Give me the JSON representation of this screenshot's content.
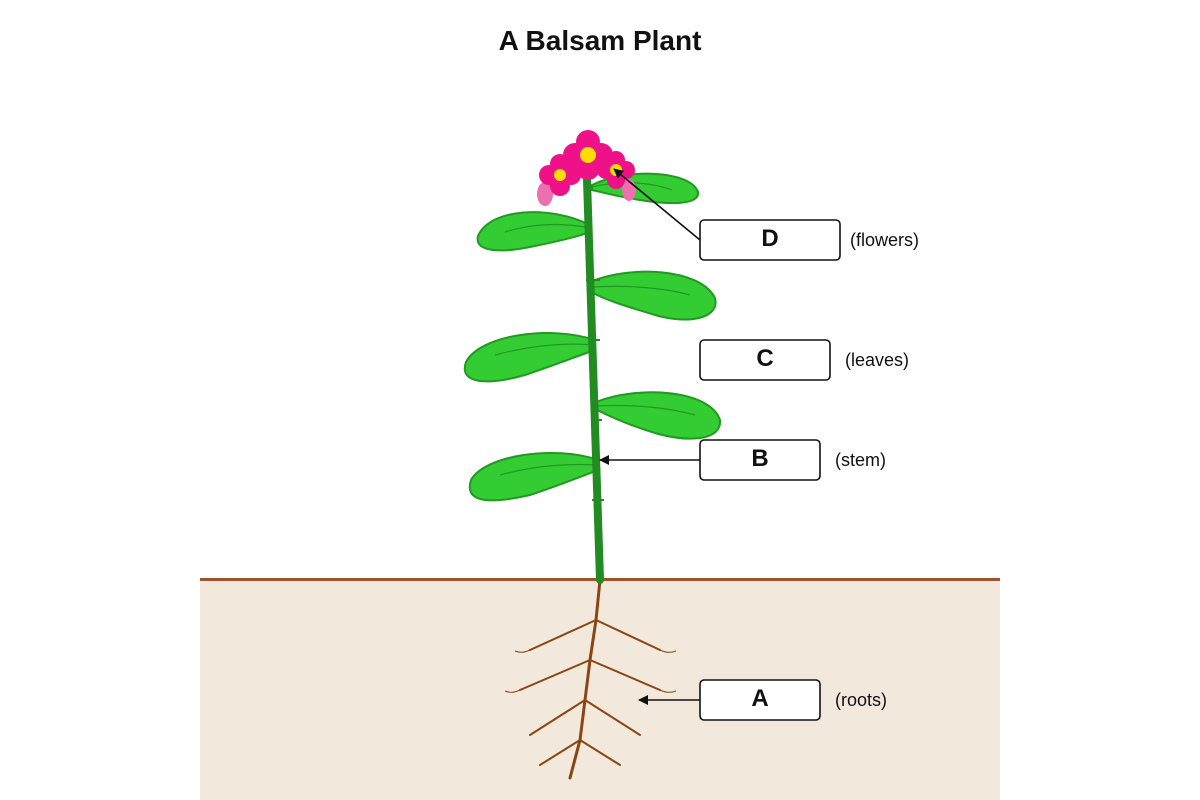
{
  "title": "A Balsam Plant",
  "colors": {
    "soil": "#f2e8dc",
    "ground_line": "#a0522d",
    "stem": "#228b22",
    "leaf_fill": "#33cc33",
    "leaf_stroke": "#229922",
    "root": "#8b4513",
    "flower": "#ee1188",
    "flower_center": "#ffdd00",
    "bud": "#ee6fae"
  },
  "labels": [
    {
      "letter": "D",
      "description": "(flowers)"
    },
    {
      "letter": "C",
      "description": "(leaves)"
    },
    {
      "letter": "B",
      "description": "(stem)"
    },
    {
      "letter": "A",
      "description": "(roots)"
    }
  ]
}
